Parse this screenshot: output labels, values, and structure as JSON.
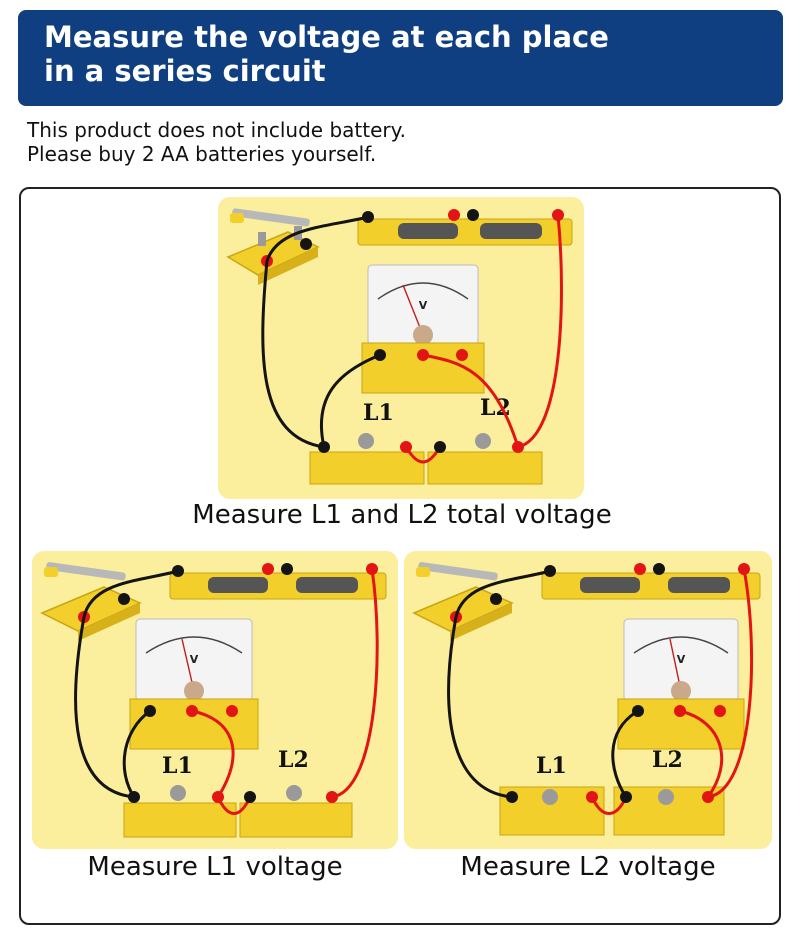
{
  "header": {
    "title_line1": "Measure the voltage at each place",
    "title_line2": "in a series circuit"
  },
  "note": {
    "line1": "This product does not include battery.",
    "line2": "Please buy 2 AA batteries yourself."
  },
  "panels": [
    {
      "caption": "Measure L1 and L2 total voltage",
      "lamp1_label": "L1",
      "lamp2_label": "L2",
      "meter_letter": "V"
    },
    {
      "caption": "Measure L1 voltage",
      "lamp1_label": "L1",
      "lamp2_label": "L2",
      "meter_letter": "V"
    },
    {
      "caption": "Measure L2 voltage",
      "lamp1_label": "L1",
      "lamp2_label": "L2",
      "meter_letter": "V"
    }
  ],
  "colors": {
    "banner": "#0f3f80",
    "panel_bg": "#fbee9c",
    "base_yellow": "#f2cf2a",
    "wire_red": "#e31414",
    "wire_black": "#141414"
  },
  "icons": [
    "knife-switch-icon",
    "battery-holder-icon",
    "voltmeter-icon",
    "bulb-holder-icon",
    "terminal-icon"
  ]
}
